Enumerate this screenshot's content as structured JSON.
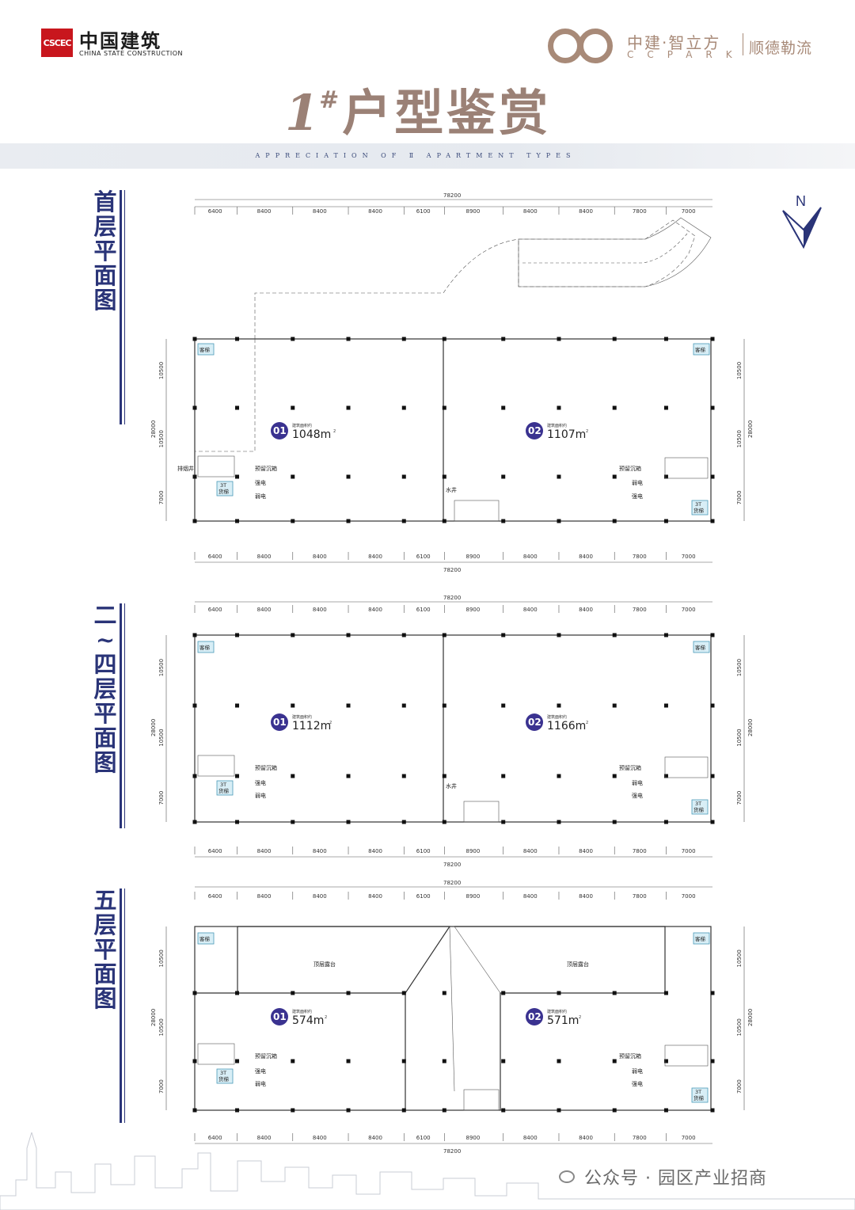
{
  "header": {
    "logo_mark": "CSCEC",
    "logo_cn": "中国建筑",
    "logo_en": "CHINA STATE CONSTRUCTION",
    "park_cn": "中建·智立方",
    "park_en": "CCPARK",
    "park_slogan": "顺德勒流",
    "title_num": "1",
    "title_hash": "#",
    "title_text": "户型鉴赏",
    "subtitle": "APPRECIATION OF Ⅱ APARTMENT TYPES"
  },
  "north": "N",
  "dims": {
    "total": "78200",
    "bays": [
      "6400",
      "8400",
      "8400",
      "8400",
      "6100",
      "8900",
      "8400",
      "8400",
      "7800",
      "7000"
    ],
    "depth_total": "28000",
    "depth_parts": [
      "10500",
      "10500",
      "7000"
    ]
  },
  "labels": {
    "unit_area_caption": "建筑面积约",
    "reserved_sink": "预留沉箱",
    "strong_elec": "强电",
    "weak_elec": "弱电",
    "water_well": "水井",
    "pax_lift": "客梯",
    "cargo_lift_top": "3T",
    "cargo_lift_bottom": "货梯",
    "roof_terrace": "顶层露台",
    "drain_pipe": "排烟井"
  },
  "floors": [
    {
      "label": "首层平面图",
      "units": [
        {
          "num": "01",
          "area": "1048m",
          "sup": "2"
        },
        {
          "num": "02",
          "area": "1107m",
          "sup": "2"
        }
      ]
    },
    {
      "label": "二~四层平面图",
      "units": [
        {
          "num": "01",
          "area": "1112m",
          "sup": "2"
        },
        {
          "num": "02",
          "area": "1166m",
          "sup": "2"
        }
      ]
    },
    {
      "label": "五层平面图",
      "units": [
        {
          "num": "01",
          "area": "574m",
          "sup": "2"
        },
        {
          "num": "02",
          "area": "571m",
          "sup": "2"
        }
      ]
    }
  ],
  "watermark": "公众号 · 园区产业招商"
}
